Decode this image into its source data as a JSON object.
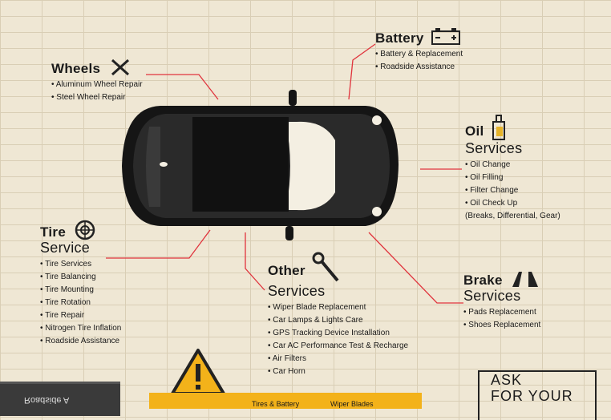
{
  "wheels": {
    "title": "Wheels",
    "items": [
      "Aluminum Wheel Repair",
      "Steel Wheel Repair"
    ]
  },
  "battery": {
    "title": "Battery",
    "items": [
      "Battery & Replacement",
      "Roadside Assistance"
    ]
  },
  "oil": {
    "title1": "Oil",
    "title2": "Services",
    "items": [
      "Oil Change",
      "Oil Filling",
      "Filter Change",
      "Oil Check Up"
    ],
    "note": "(Breaks, Differential, Gear)"
  },
  "tire": {
    "title1": "Tire",
    "title2": "Service",
    "items": [
      "Tire Services",
      "Tire Balancing",
      "Tire Mounting",
      "Tire Rotation",
      "Tire Repair",
      "Nitrogen Tire Inflation",
      "Roadside Assistance"
    ]
  },
  "other": {
    "title1": "Other",
    "title2": "Services",
    "items": [
      "Wiper Blade Replacement",
      "Car Lamps & Lights Care",
      "GPS Tracking Device Installation",
      "Car AC Performance Test & Recharge",
      "Air Filters",
      "Car Horn"
    ]
  },
  "brake": {
    "title1": "Brake",
    "title2": "Services",
    "items": [
      "Pads Replacement",
      "Shoes Replacement"
    ]
  },
  "bottom": {
    "bar_items": [
      "Tires & Battery",
      "Wiper Blades"
    ],
    "ask_line1": "ASK",
    "ask_line2": "FOR YOUR",
    "box_text": "Roadside A"
  },
  "colors": {
    "accent": "#e0343d",
    "wall": "#efe7d4",
    "warning": "#f3b21a"
  }
}
